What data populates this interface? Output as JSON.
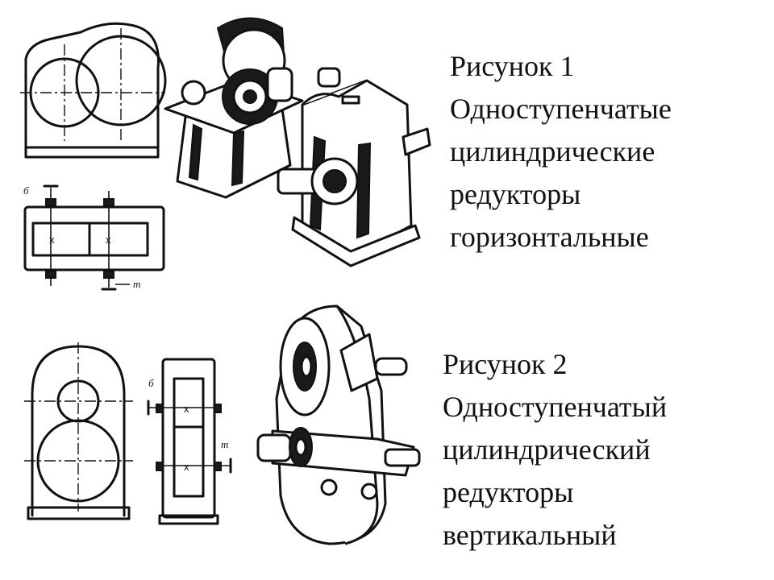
{
  "figure1": {
    "lines": [
      "Рисунок 1",
      "Одноступенчатые",
      "цилиндрические",
      "редукторы",
      "горизонтальные"
    ],
    "schematic_labels": {
      "input": "б",
      "output": "т",
      "gear_mark": "x"
    }
  },
  "figure2": {
    "lines": [
      "Рисунок 2",
      "Одноступенчатый",
      "цилиндрический",
      "редукторы",
      "вертикальный"
    ],
    "schematic_labels": {
      "input": "б",
      "output": "т",
      "gear_mark": "x"
    }
  }
}
